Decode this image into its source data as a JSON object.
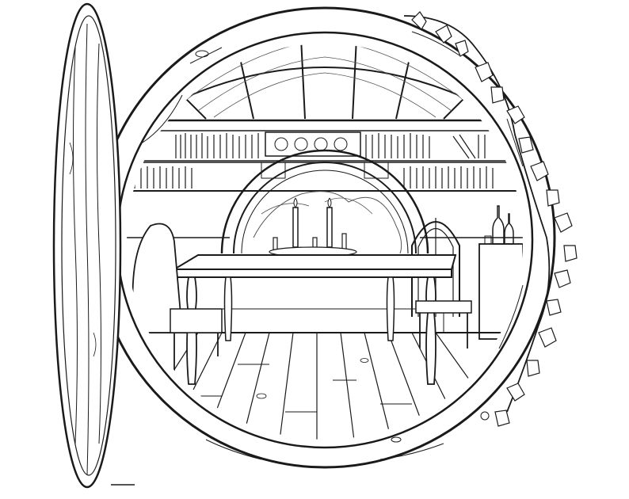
{
  "illustration": {
    "style": "black ink line drawing on white",
    "colors": {
      "ink": "#1a1a1a",
      "paper": "#ffffff",
      "hatch": "#555555"
    },
    "elements": [
      "round-door",
      "circular-doorway",
      "vaulted-ceiling",
      "bookshelves",
      "semicircle-window",
      "candles",
      "dining-table",
      "chairs",
      "gothic-window",
      "wine-bottles",
      "plank-floor",
      "ivy-vine"
    ]
  }
}
